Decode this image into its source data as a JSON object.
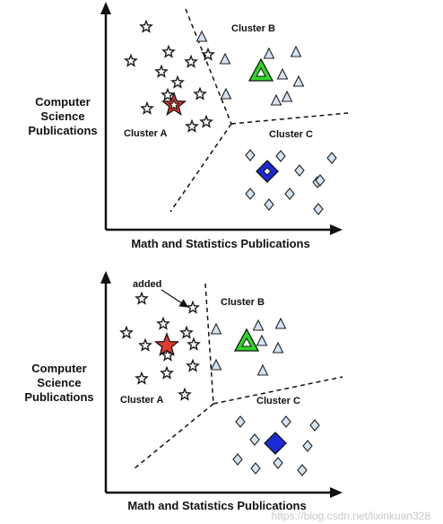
{
  "panels": [
    {
      "y_label": [
        "Computer",
        "Science",
        "Publications"
      ],
      "x_label": "Math and Statistics Publications",
      "clusters": [
        {
          "label": "Cluster A",
          "marker": "star",
          "centroid_color": "#e23b2e"
        },
        {
          "label": "Cluster B",
          "marker": "triangle",
          "centroid_color": "#2fd62a"
        },
        {
          "label": "Cluster C",
          "marker": "diamond",
          "centroid_color": "#1a2bd6"
        }
      ],
      "annotation": ""
    },
    {
      "y_label": [
        "Computer",
        "Science",
        "Publications"
      ],
      "x_label": "Math and Statistics Publications",
      "clusters": [
        {
          "label": "Cluster A",
          "marker": "star",
          "centroid_color": "#e23b2e"
        },
        {
          "label": "Cluster B",
          "marker": "triangle",
          "centroid_color": "#2fd62a"
        },
        {
          "label": "Cluster C",
          "marker": "diamond",
          "centroid_color": "#1a2bd6"
        }
      ],
      "annotation": "added"
    }
  ],
  "marker_fill": "#d4e3f2",
  "watermark": "https://blog.csdn.net/lixinkuan328"
}
